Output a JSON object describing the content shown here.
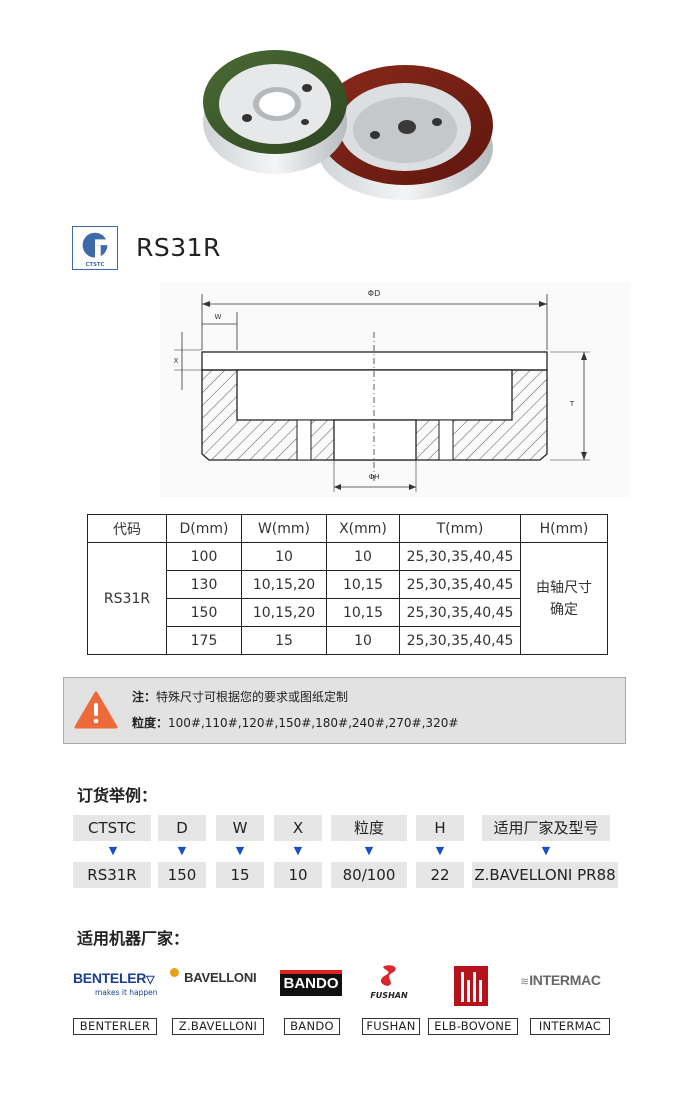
{
  "header": {
    "model": "RS31R",
    "logo_text": "CTSTC"
  },
  "drawing": {
    "phi_d": "ΦD",
    "w": "W",
    "x": "X",
    "t": "T",
    "phi_h": "ΦH"
  },
  "table": {
    "headers": [
      "代码",
      "D(mm)",
      "W(mm)",
      "X(mm)",
      "T(mm)",
      "H(mm)"
    ],
    "code": "RS31R",
    "h_note_line1": "由轴尺寸",
    "h_note_line2": "确定",
    "rows": [
      {
        "d": "100",
        "w": "10",
        "x": "10",
        "t": "25,30,35,40,45"
      },
      {
        "d": "130",
        "w": "10,15,20",
        "x": "10,15",
        "t": "25,30,35,40,45"
      },
      {
        "d": "150",
        "w": "10,15,20",
        "x": "10,15",
        "t": "25,30,35,40,45"
      },
      {
        "d": "175",
        "w": "15",
        "x": "10",
        "t": "25,30,35,40,45"
      }
    ]
  },
  "note": {
    "label1": "注：",
    "text1": "特殊尺寸可根据您的要求或图纸定制",
    "label2": "粒度：",
    "text2": "100#,110#,120#,150#,180#,240#,270#,320#"
  },
  "order": {
    "title": "订货举例：",
    "fields": [
      "CTSTC",
      "D",
      "W",
      "X",
      "粒度",
      "H",
      "适用厂家及型号"
    ],
    "values": [
      "RS31R",
      "150",
      "15",
      "10",
      "80/100",
      "22",
      "Z.BAVELLONI PR88"
    ]
  },
  "brands": {
    "title": "适用机器厂家：",
    "benteler_logo": "BENTELER",
    "benteler_tag": "makes it happen",
    "bavelloni_logo": "BAVELLONI",
    "bando_logo": "BANDO",
    "fushan_logo": "FUSHAN",
    "intermac_logo": "INTERMAC",
    "labels": [
      "BENTERLER",
      "Z.BAVELLONI",
      "BANDO",
      "FUSHAN",
      "ELB-BOVONE",
      "INTERMAC"
    ]
  }
}
